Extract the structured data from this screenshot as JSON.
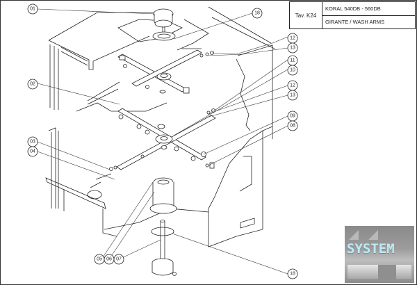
{
  "title_block": {
    "sheet": "Tav. K24",
    "model": "KORAL 540DB - 560DB",
    "description": "GIRANTE / WASH ARMS"
  },
  "callouts": [
    {
      "id": "c01",
      "label": "01"
    },
    {
      "id": "c18a",
      "label": "18"
    },
    {
      "id": "c12a",
      "label": "12"
    },
    {
      "id": "c13a",
      "label": "13"
    },
    {
      "id": "c11",
      "label": "11"
    },
    {
      "id": "c10",
      "label": "10"
    },
    {
      "id": "c02",
      "label": "02"
    },
    {
      "id": "c12b",
      "label": "12"
    },
    {
      "id": "c13b",
      "label": "13"
    },
    {
      "id": "c09",
      "label": "09"
    },
    {
      "id": "c08",
      "label": "08"
    },
    {
      "id": "c03",
      "label": "03"
    },
    {
      "id": "c04",
      "label": "04"
    },
    {
      "id": "c05",
      "label": "05"
    },
    {
      "id": "c06",
      "label": "06"
    },
    {
      "id": "c07",
      "label": "07"
    },
    {
      "id": "c18b",
      "label": "18"
    }
  ],
  "logo": {
    "text": "SYSTEM",
    "accent_color": "#bfe9f4"
  }
}
